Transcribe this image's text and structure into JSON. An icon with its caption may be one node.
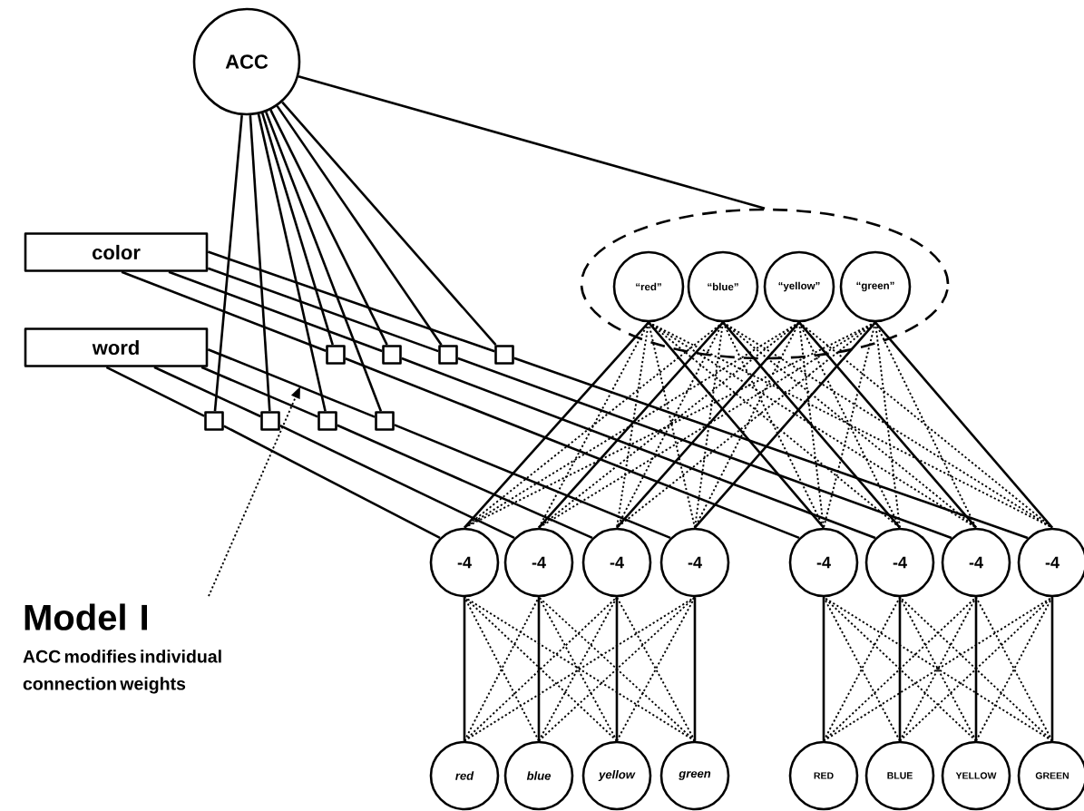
{
  "diagram": {
    "nodes": [
      {
        "text": [
          "ACC"
        ]
      },
      {
        "text": [
          "color"
        ]
      },
      {
        "text": [
          "word"
        ]
      },
      {
        "text": [],
        "shape": "ellipse"
      },
      {
        "text": [
          "“red”"
        ],
        "in": 3
      },
      {
        "text": [
          "“blue”"
        ],
        "in": 3
      },
      {
        "text": [
          "“yellow”"
        ],
        "in": 3
      },
      {
        "text": [
          "“green”"
        ],
        "in": 3
      },
      {
        "text": [],
        "shape": "box"
      },
      {
        "text": [],
        "shape": "box"
      },
      {
        "text": [],
        "shape": "box"
      },
      {
        "text": [],
        "shape": "box"
      },
      {
        "text": [],
        "shape": "box"
      },
      {
        "text": [],
        "shape": "box"
      },
      {
        "text": [],
        "shape": "box"
      },
      {
        "text": [],
        "shape": "box"
      },
      {
        "text": [
          "-4"
        ]
      },
      {
        "text": [
          "-4"
        ]
      },
      {
        "text": [
          "-4"
        ]
      },
      {
        "text": [
          "-4"
        ]
      },
      {
        "text": [
          "-4"
        ]
      },
      {
        "text": [
          "-4"
        ]
      },
      {
        "text": [
          "-4"
        ]
      },
      {
        "text": [
          "-4"
        ]
      },
      {
        "text": [
          "red"
        ]
      },
      {
        "text": [
          "blue"
        ]
      },
      {
        "text": [
          "yellow"
        ]
      },
      {
        "text": [
          "green"
        ]
      },
      {
        "text": [
          "RED"
        ]
      },
      {
        "text": [
          "BLUE"
        ]
      },
      {
        "text": [
          "YELLOW"
        ]
      },
      {
        "text": [
          "GREEN"
        ]
      },
      {
        "text": [
          "Model I",
          "ACC modifies individual connection weights"
        ]
      }
    ],
    "edges": [
      {
        "from": 0,
        "to": 3,
        "arrow": "none"
      },
      {
        "from": 0,
        "to": 8,
        "arrow": "none"
      },
      {
        "from": 0,
        "to": 9,
        "arrow": "none"
      },
      {
        "from": 0,
        "to": 10,
        "arrow": "none"
      },
      {
        "from": 0,
        "to": 11,
        "arrow": "none"
      },
      {
        "from": 0,
        "to": 12,
        "arrow": "none"
      },
      {
        "from": 0,
        "to": 13,
        "arrow": "none"
      },
      {
        "from": 0,
        "to": 14,
        "arrow": "none"
      },
      {
        "from": 0,
        "to": 15,
        "arrow": "none"
      },
      {
        "from": 1,
        "to": 8,
        "arrow": "none"
      },
      {
        "from": 1,
        "to": 9,
        "arrow": "none"
      },
      {
        "from": 1,
        "to": 10,
        "arrow": "none"
      },
      {
        "from": 1,
        "to": 11,
        "arrow": "none"
      },
      {
        "from": 8,
        "to": 20,
        "arrow": "none"
      },
      {
        "from": 9,
        "to": 21,
        "arrow": "none"
      },
      {
        "from": 10,
        "to": 22,
        "arrow": "none"
      },
      {
        "from": 11,
        "to": 23,
        "arrow": "none"
      },
      {
        "from": 2,
        "to": 12,
        "arrow": "none"
      },
      {
        "from": 2,
        "to": 13,
        "arrow": "none"
      },
      {
        "from": 2,
        "to": 14,
        "arrow": "none"
      },
      {
        "from": 2,
        "to": 15,
        "arrow": "none"
      },
      {
        "from": 12,
        "to": 16,
        "arrow": "none"
      },
      {
        "from": 13,
        "to": 17,
        "arrow": "none"
      },
      {
        "from": 14,
        "to": 18,
        "arrow": "none"
      },
      {
        "from": 15,
        "to": 19,
        "arrow": "none"
      },
      {
        "from": 4,
        "to": 16,
        "arrow": "none"
      },
      {
        "from": 5,
        "to": 16,
        "arrow": "none",
        "style": "dashed"
      },
      {
        "from": 6,
        "to": 16,
        "arrow": "none",
        "style": "dashed"
      },
      {
        "from": 7,
        "to": 16,
        "arrow": "none",
        "style": "dashed"
      },
      {
        "from": 4,
        "to": 17,
        "arrow": "none",
        "style": "dashed"
      },
      {
        "from": 5,
        "to": 17,
        "arrow": "none"
      },
      {
        "from": 6,
        "to": 17,
        "arrow": "none",
        "style": "dashed"
      },
      {
        "from": 7,
        "to": 17,
        "arrow": "none",
        "style": "dashed"
      },
      {
        "from": 4,
        "to": 18,
        "arrow": "none",
        "style": "dashed"
      },
      {
        "from": 5,
        "to": 18,
        "arrow": "none",
        "style": "dashed"
      },
      {
        "from": 6,
        "to": 18,
        "arrow": "none"
      },
      {
        "from": 7,
        "to": 18,
        "arrow": "none",
        "style": "dashed"
      },
      {
        "from": 4,
        "to": 19,
        "arrow": "none",
        "style": "dashed"
      },
      {
        "from": 5,
        "to": 19,
        "arrow": "none",
        "style": "dashed"
      },
      {
        "from": 6,
        "to": 19,
        "arrow": "none",
        "style": "dashed"
      },
      {
        "from": 7,
        "to": 19,
        "arrow": "none"
      },
      {
        "from": 4,
        "to": 20,
        "arrow": "none"
      },
      {
        "from": 5,
        "to": 20,
        "arrow": "none",
        "style": "dashed"
      },
      {
        "from": 6,
        "to": 20,
        "arrow": "none",
        "style": "dashed"
      },
      {
        "from": 7,
        "to": 20,
        "arrow": "none",
        "style": "dashed"
      },
      {
        "from": 4,
        "to": 21,
        "arrow": "none",
        "style": "dashed"
      },
      {
        "from": 5,
        "to": 21,
        "arrow": "none"
      },
      {
        "from": 6,
        "to": 21,
        "arrow": "none",
        "style": "dashed"
      },
      {
        "from": 7,
        "to": 21,
        "arrow": "none",
        "style": "dashed"
      },
      {
        "from": 4,
        "to": 22,
        "arrow": "none",
        "style": "dashed"
      },
      {
        "from": 5,
        "to": 22,
        "arrow": "none",
        "style": "dashed"
      },
      {
        "from": 6,
        "to": 22,
        "arrow": "none"
      },
      {
        "from": 7,
        "to": 22,
        "arrow": "none",
        "style": "dashed"
      },
      {
        "from": 4,
        "to": 23,
        "arrow": "none",
        "style": "dashed"
      },
      {
        "from": 5,
        "to": 23,
        "arrow": "none",
        "style": "dashed"
      },
      {
        "from": 6,
        "to": 23,
        "arrow": "none",
        "style": "dashed"
      },
      {
        "from": 7,
        "to": 23,
        "arrow": "none"
      },
      {
        "from": 24,
        "to": 16,
        "arrow": "none"
      },
      {
        "from": 24,
        "to": 17,
        "arrow": "none",
        "style": "dashed"
      },
      {
        "from": 24,
        "to": 18,
        "arrow": "none",
        "style": "dashed"
      },
      {
        "from": 24,
        "to": 19,
        "arrow": "none",
        "style": "dashed"
      },
      {
        "from": 25,
        "to": 16,
        "arrow": "none",
        "style": "dashed"
      },
      {
        "from": 25,
        "to": 17,
        "arrow": "none"
      },
      {
        "from": 25,
        "to": 18,
        "arrow": "none",
        "style": "dashed"
      },
      {
        "from": 25,
        "to": 19,
        "arrow": "none",
        "style": "dashed"
      },
      {
        "from": 26,
        "to": 16,
        "arrow": "none",
        "style": "dashed"
      },
      {
        "from": 26,
        "to": 17,
        "arrow": "none",
        "style": "dashed"
      },
      {
        "from": 26,
        "to": 18,
        "arrow": "none"
      },
      {
        "from": 26,
        "to": 19,
        "arrow": "none",
        "style": "dashed"
      },
      {
        "from": 27,
        "to": 16,
        "arrow": "none",
        "style": "dashed"
      },
      {
        "from": 27,
        "to": 17,
        "arrow": "none",
        "style": "dashed"
      },
      {
        "from": 27,
        "to": 18,
        "arrow": "none",
        "style": "dashed"
      },
      {
        "from": 27,
        "to": 19,
        "arrow": "none"
      },
      {
        "from": 28,
        "to": 20,
        "arrow": "none"
      },
      {
        "from": 28,
        "to": 21,
        "arrow": "none",
        "style": "dashed"
      },
      {
        "from": 28,
        "to": 22,
        "arrow": "none",
        "style": "dashed"
      },
      {
        "from": 28,
        "to": 23,
        "arrow": "none",
        "style": "dashed"
      },
      {
        "from": 29,
        "to": 20,
        "arrow": "none",
        "style": "dashed"
      },
      {
        "from": 29,
        "to": 21,
        "arrow": "none"
      },
      {
        "from": 29,
        "to": 22,
        "arrow": "none",
        "style": "dashed"
      },
      {
        "from": 29,
        "to": 23,
        "arrow": "none",
        "style": "dashed"
      },
      {
        "from": 30,
        "to": 20,
        "arrow": "none",
        "style": "dashed"
      },
      {
        "from": 30,
        "to": 21,
        "arrow": "none",
        "style": "dashed"
      },
      {
        "from": 30,
        "to": 22,
        "arrow": "none"
      },
      {
        "from": 30,
        "to": 23,
        "arrow": "none",
        "style": "dashed"
      },
      {
        "from": 31,
        "to": 20,
        "arrow": "none",
        "style": "dashed"
      },
      {
        "from": 31,
        "to": 21,
        "arrow": "none",
        "style": "dashed"
      },
      {
        "from": 31,
        "to": 22,
        "arrow": "none",
        "style": "dashed"
      },
      {
        "from": 31,
        "to": 23,
        "arrow": "none"
      },
      {
        "from": 32,
        "to": null,
        "arrow": "to",
        "style": "dashed"
      }
    ]
  }
}
